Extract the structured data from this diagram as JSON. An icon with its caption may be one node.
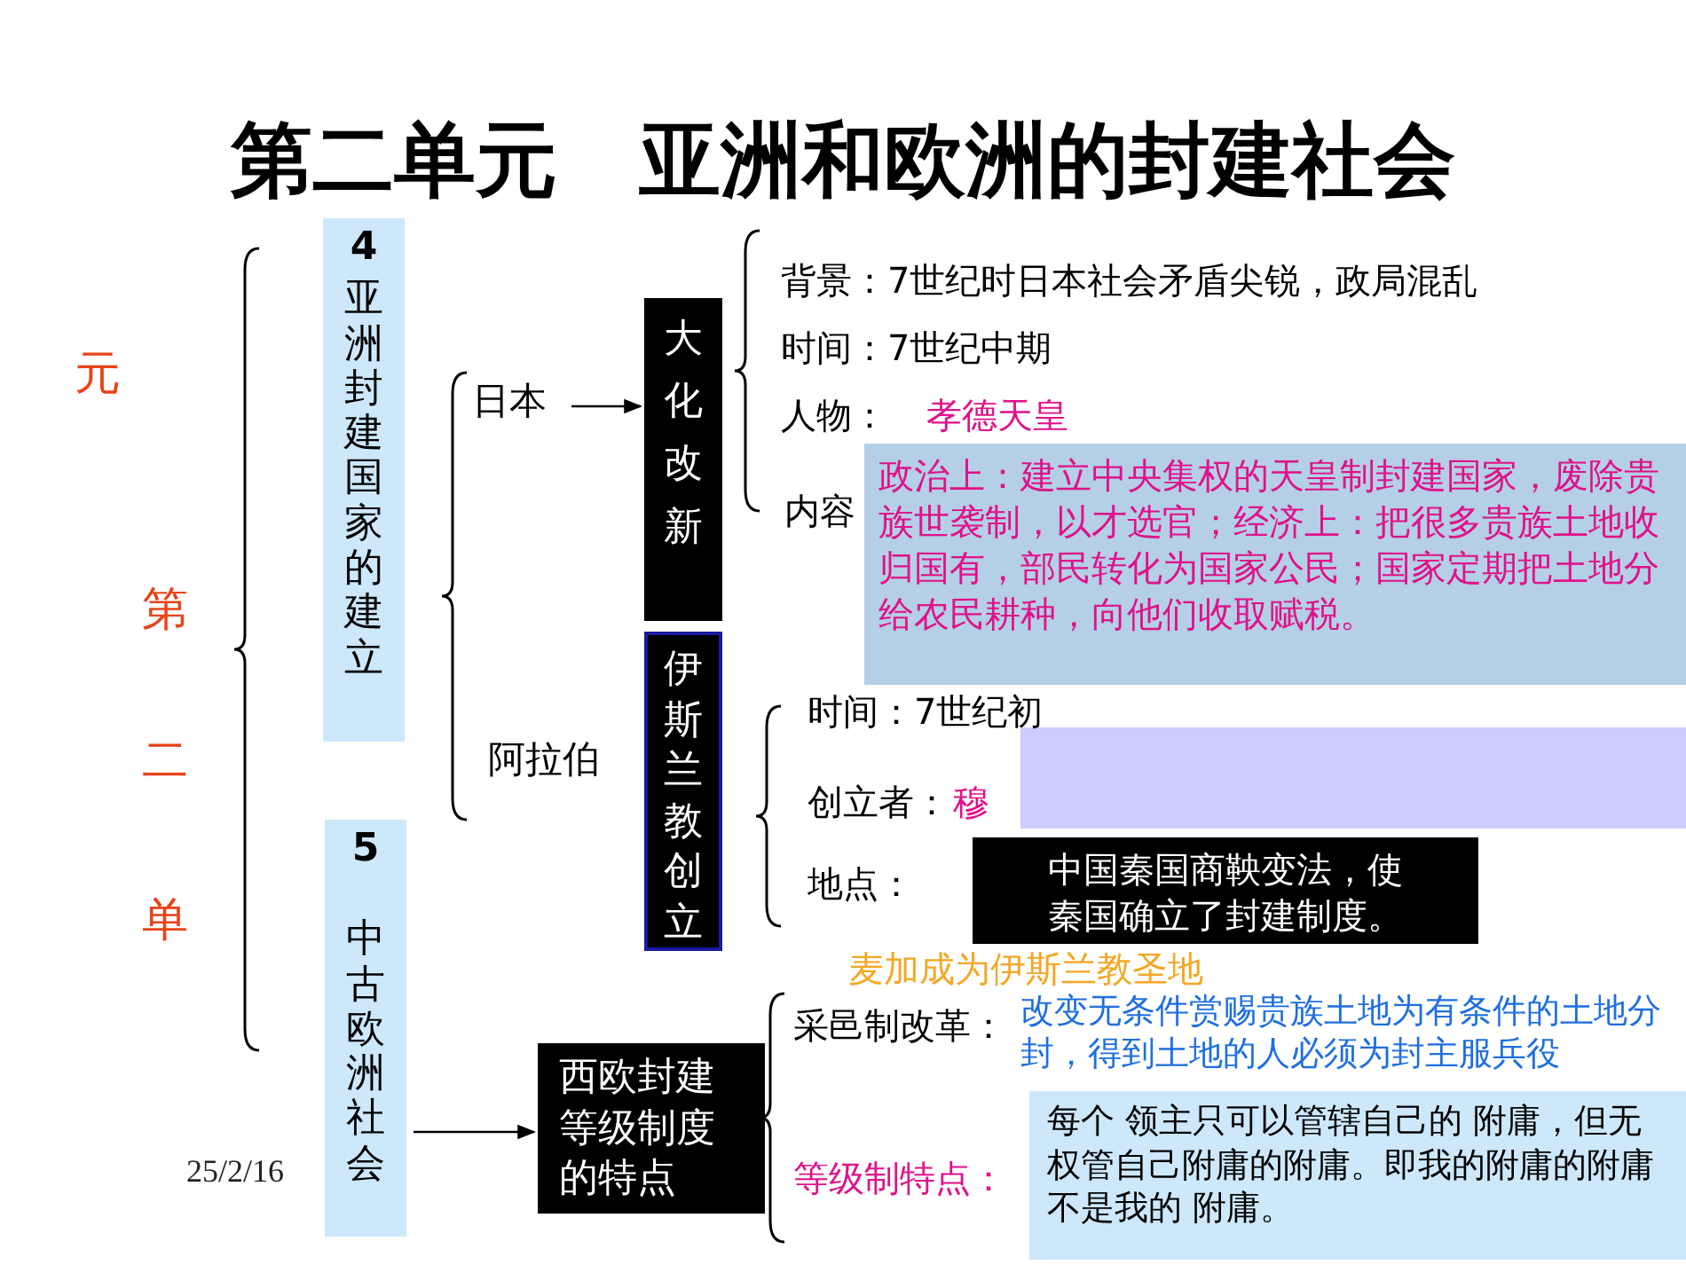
{
  "diagram": {
    "title": "第二单元　亚洲和欧洲的封建社会",
    "nodes": [
      {
        "text": [
          "4",
          "亚洲封建国家的建立"
        ]
      },
      {
        "text": [
          "5",
          "中古欧洲社会"
        ]
      },
      {
        "text": [
          "日本"
        ]
      },
      {
        "text": [
          "大化改新"
        ]
      },
      {
        "text": [
          "伊斯兰教创立"
        ]
      },
      {
        "text": [
          "西欧封建等级制度的特点"
        ]
      },
      {
        "text": [
          "政治上：建立中央集权的天皇制封建国家，废除贵族世袭制，以才选官；经济上：把很多贵族土地收归国有，部民转化为国家公民；国家定期把土地分给农民耕种，向他们收取赋税。"
        ]
      },
      {
        "text": [],
        "shape": "box"
      },
      {
        "text": [
          "中国秦国商鞅变法，使秦国确立了封建制度。"
        ]
      },
      {
        "text": [
          "每个 领主只可以管辖自己的 附庸，但无权管自己附庸的附庸。即我的附庸的附庸不是我的 附庸。"
        ]
      }
    ],
    "edges": [
      {
        "from": 2,
        "to": 3,
        "arrow": "to"
      },
      {
        "from": 1,
        "to": 5,
        "arrow": "to"
      }
    ],
    "labels": [
      "元",
      "第",
      "二",
      "单",
      "阿拉伯",
      "背景：7世纪时日本社会矛盾尖锐，政局混乱",
      "时间：7世纪中期",
      "人物：",
      "孝德天皇",
      "内容",
      "时间：7世纪初",
      "创立者：",
      "穆",
      "地点：",
      "麦加成为伊斯兰教圣地",
      "改变无条件赏赐贵族土地为有条件的土地分封，得到土地的人必须为封主服兵役",
      "采邑制改革：",
      "等级制特点：",
      "25/2/16"
    ]
  }
}
